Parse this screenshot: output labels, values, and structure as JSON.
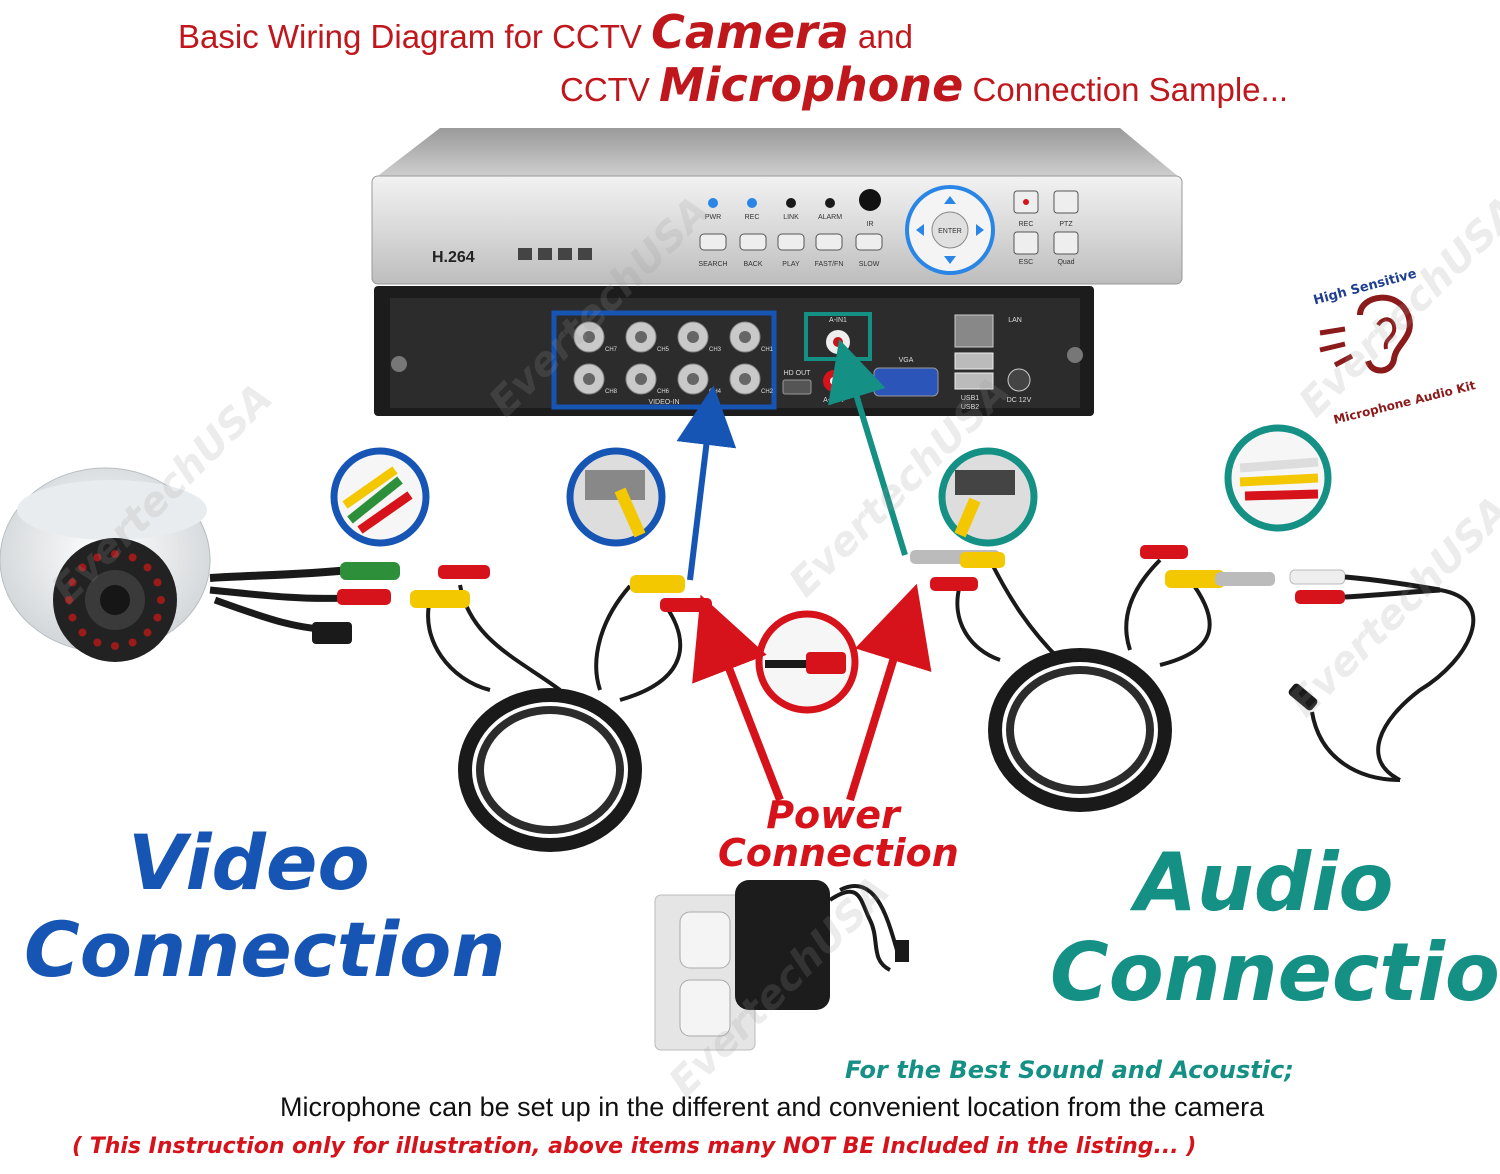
{
  "title": {
    "line1_prefix": "Basic Wiring Diagram for CCTV",
    "line1_emph": "Camera",
    "line1_suffix": "and",
    "line2_prefix": "CCTV",
    "line2_emph": "Microphone",
    "line2_suffix": "Connection Sample..."
  },
  "dvr": {
    "brand": "H.264",
    "indicators": [
      "PWR",
      "REC",
      "LINK",
      "ALARM",
      "IR"
    ],
    "buttons": [
      "SEARCH",
      "BACK",
      "PLAY",
      "FAST/FN",
      "SLOW"
    ],
    "right_buttons": [
      "REC",
      "PTZ",
      "ESC",
      "Quad"
    ],
    "enter_label": "ENTER",
    "rear_labels": {
      "video_in": "VIDEO-IN",
      "audio_in": "A-IN1",
      "audio_out": "A-OUT",
      "vga": "VGA",
      "hdmi": "HD OUT",
      "lan": "LAN",
      "usb1": "USB1",
      "usb2": "USB2",
      "dc": "DC 12V"
    },
    "channels": [
      "CH7",
      "CH5",
      "CH3",
      "CH1",
      "CH8",
      "CH6",
      "CH4",
      "CH2"
    ]
  },
  "badge": {
    "top": "High Sensitive",
    "bottom": "Microphone Audio Kit"
  },
  "labels": {
    "video_line1": "Video",
    "video_line2": "Connection",
    "audio_line1": "Audio",
    "audio_line2": "Connection",
    "power_line1": "Power",
    "power_line2": "Connection"
  },
  "notes": {
    "green": "For the Best Sound and Acoustic;",
    "black": "Microphone can be set up in the different and convenient location from the camera",
    "red": "( This Instruction only for illustration, above items many NOT BE Included in the listing... )"
  },
  "watermark": "EvertechUSA",
  "colors": {
    "red": "#d6121b",
    "blue": "#1655b4",
    "teal": "#149084",
    "title_red": "#c0171d"
  }
}
